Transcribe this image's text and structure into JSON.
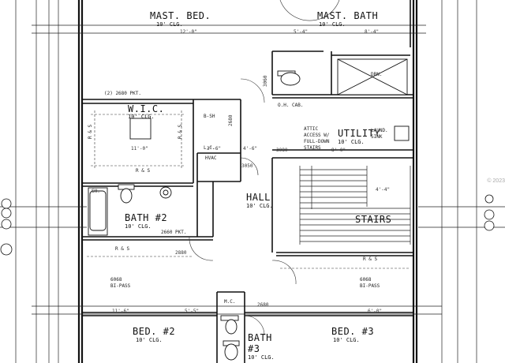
{
  "rooms": {
    "mast_bed": {
      "name": "MAST. BED.",
      "clg": "10' CLG."
    },
    "mast_bath": {
      "name": "MAST. BATH",
      "clg": "10' CLG."
    },
    "wic": {
      "name": "W.I.C.",
      "clg": "10' CLG."
    },
    "utility": {
      "name": "UTILITY",
      "clg": "10' CLG."
    },
    "hall": {
      "name": "HALL",
      "clg": "10' CLG."
    },
    "bath2": {
      "name": "BATH #2",
      "clg": "10' CLG."
    },
    "stairs": {
      "name": "STAIRS"
    },
    "bed2": {
      "name": "BED. #2",
      "clg": "10' CLG."
    },
    "bed3": {
      "name": "BED. #3",
      "clg": "10' CLG."
    },
    "bath3": {
      "name": "BATH",
      "num": "#3",
      "clg": "10' CLG."
    }
  },
  "notes": {
    "oh_cab": "O.H. CAB.",
    "attic_1": "ATTIC",
    "attic_2": "ACCESS W/",
    "attic_3": "FULL-DOWN",
    "attic_4": "STAIRS",
    "laund_1": "LAUND.",
    "laund_2": "SINK",
    "wic_door": "(2) 2680 PKT.",
    "bath_pkt": "2660 PKT.",
    "bipass_l": "6068",
    "bipass_l2": "BI-PASS",
    "bipass_r": "6068",
    "bipass_r2": "BI-PASS",
    "hvac": "HVAC",
    "lc": "L.C.",
    "sh": "SH.",
    "drn": "DRN.",
    "mc": "M.C.",
    "rs1": "R & S",
    "rs2": "R & S",
    "rs3": "R & S",
    "rs4": "R & S",
    "rs5": "R & S",
    "bsh": "B-SH"
  },
  "dims": {
    "d1": "12'-0\"",
    "d2": "5'-4\"",
    "d3": "8'-4\"",
    "d4": "11'-0\"",
    "d5": "4'-6\"",
    "d6": "3080",
    "d7": "2880",
    "d8": "2680",
    "d9": "4'-4\"",
    "d10": "11'-6\"",
    "d11": "5'-5\"",
    "d12": "6'-0\"",
    "d13": "3050",
    "d14": "8'-0\"",
    "d15": "3'-6\"",
    "d16": "2680",
    "d17": "3060"
  },
  "watermark": "© 2023"
}
